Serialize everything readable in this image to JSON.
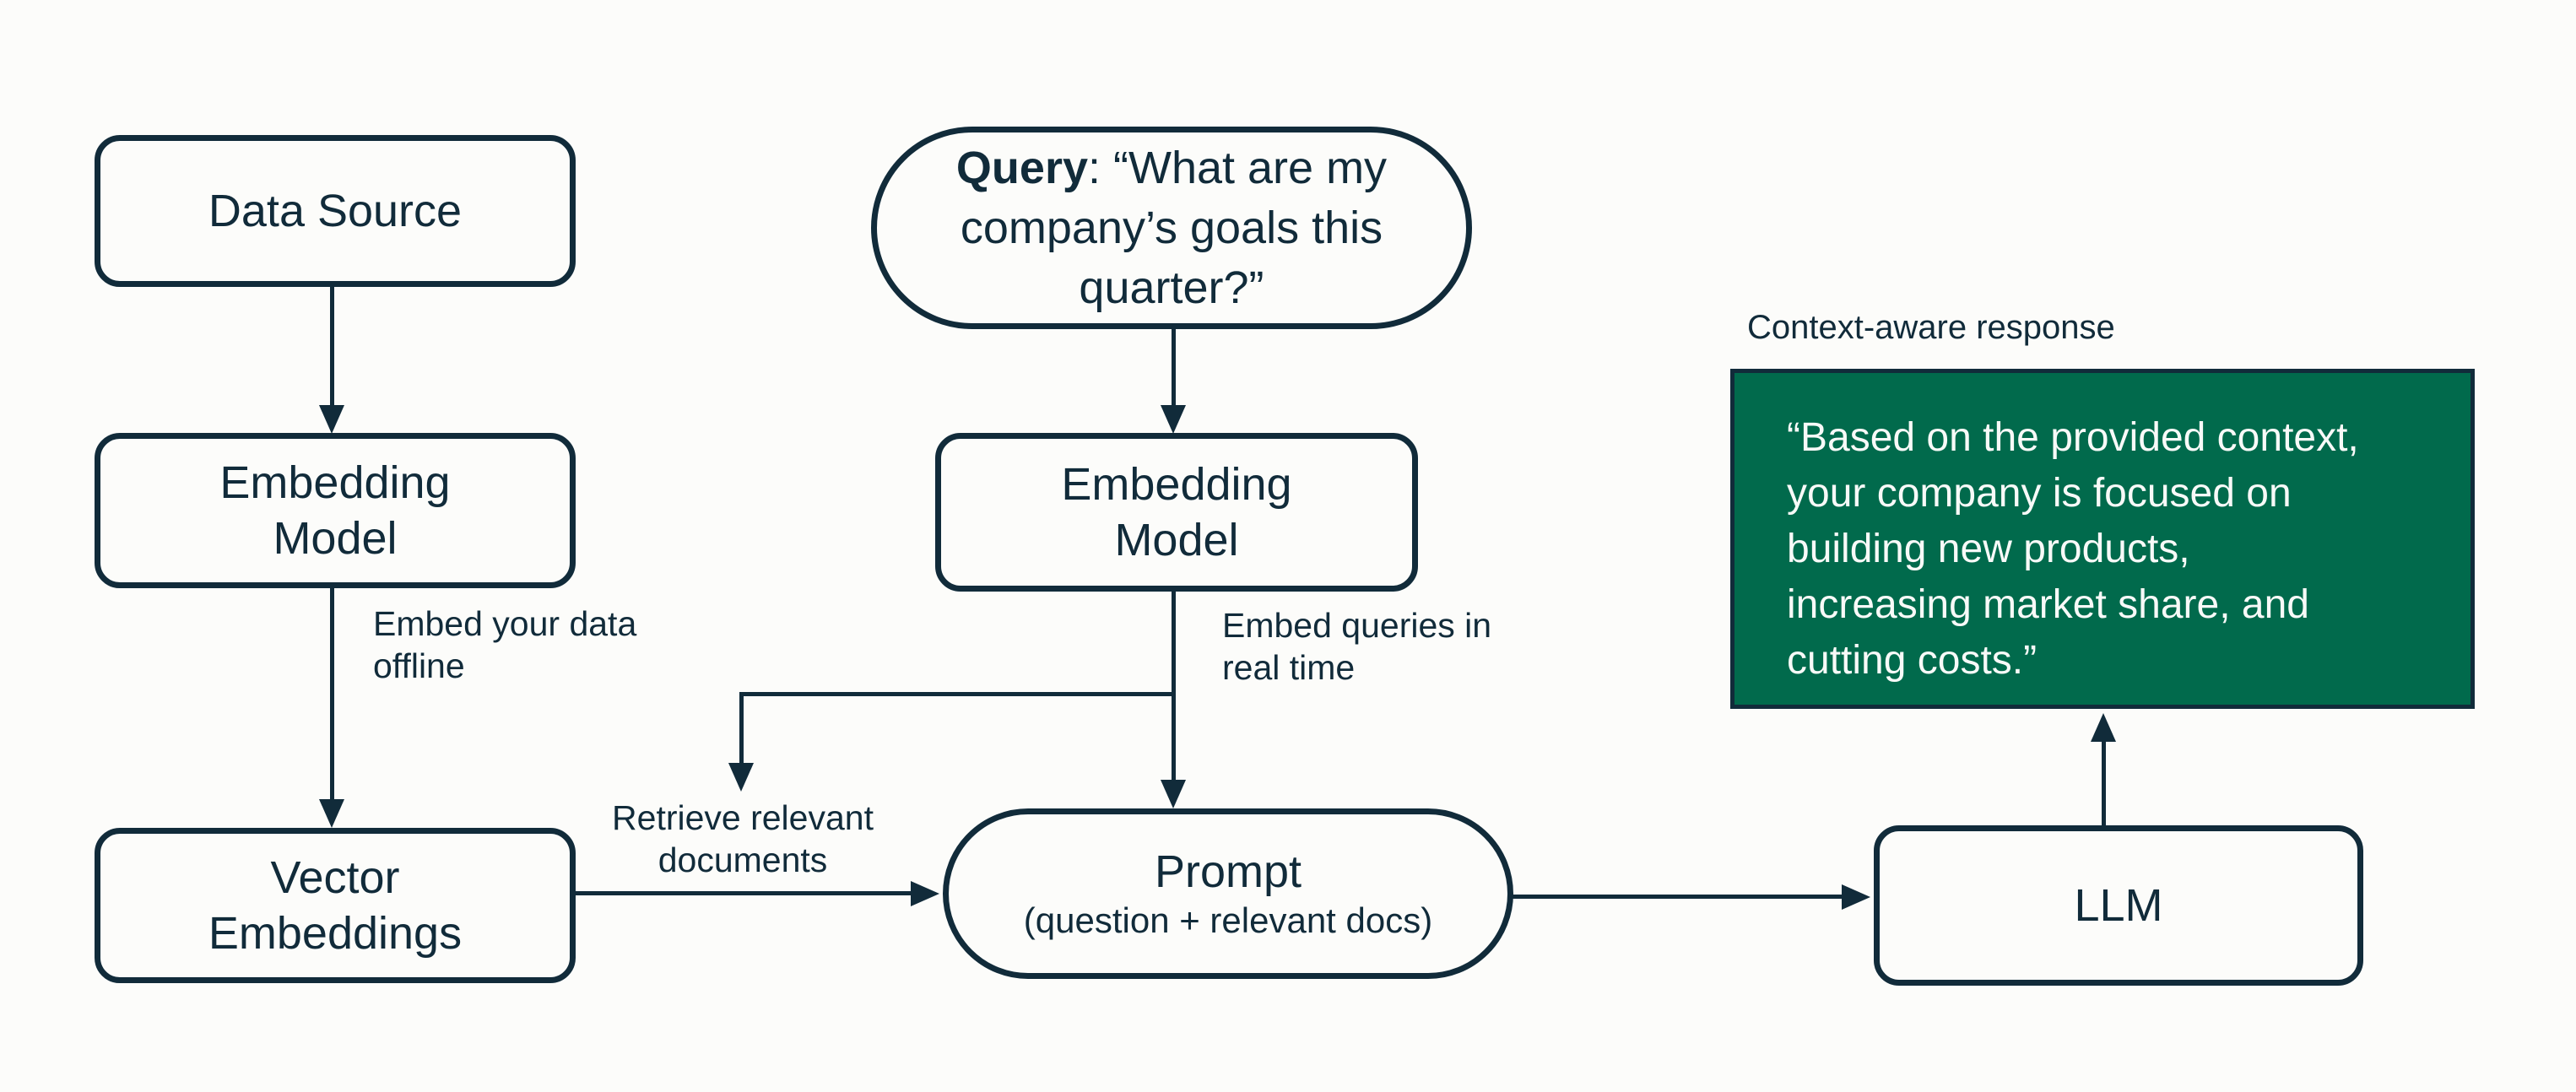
{
  "canvas": {
    "background_color": "#fcfcfa",
    "ink_color": "#112b3a",
    "green_color": "#016a4c",
    "text_on_green_color": "#f8faf8"
  },
  "nodes": {
    "data_source": {
      "label": "Data Source"
    },
    "embedding_model_left": {
      "label": "Embedding\nModel"
    },
    "vector_embeddings": {
      "label": "Vector\nEmbeddings"
    },
    "query": {
      "bold": "Query",
      "rest": ": “What are my\ncompany’s goals this\nquarter?”"
    },
    "embedding_model_right": {
      "label": "Embedding\nModel"
    },
    "prompt": {
      "title": "Prompt",
      "subtitle": "(question + relevant docs)"
    },
    "llm": {
      "label": "LLM"
    },
    "response": {
      "caption": "Context-aware response",
      "text": "“Based on the provided context,\nyour company is focused on\nbuilding new products,\nincreasing market share, and\ncutting costs.”"
    }
  },
  "annotations": {
    "embed_offline": "Embed your data\noffline",
    "embed_realtime": "Embed queries in\nreal time",
    "retrieve_documents": "Retrieve relevant\ndocuments"
  }
}
